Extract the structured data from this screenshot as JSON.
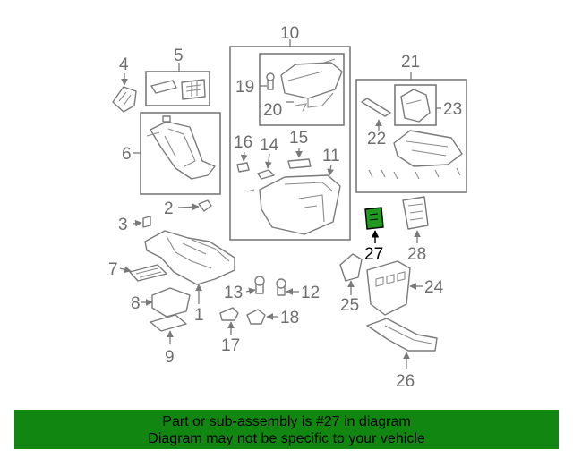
{
  "diagram": {
    "callouts": [
      "1",
      "2",
      "3",
      "4",
      "5",
      "6",
      "7",
      "8",
      "9",
      "10",
      "11",
      "12",
      "13",
      "14",
      "15",
      "16",
      "17",
      "18",
      "19",
      "20",
      "21",
      "22",
      "23",
      "24",
      "25",
      "26",
      "27",
      "28"
    ],
    "highlight_callout": "27",
    "highlight_color": "#1f9a1f"
  },
  "banner": {
    "line1": "Part or sub-assembly is #27 in diagram",
    "line2": "Diagram may not be specific to your vehicle",
    "background": "#118711"
  }
}
